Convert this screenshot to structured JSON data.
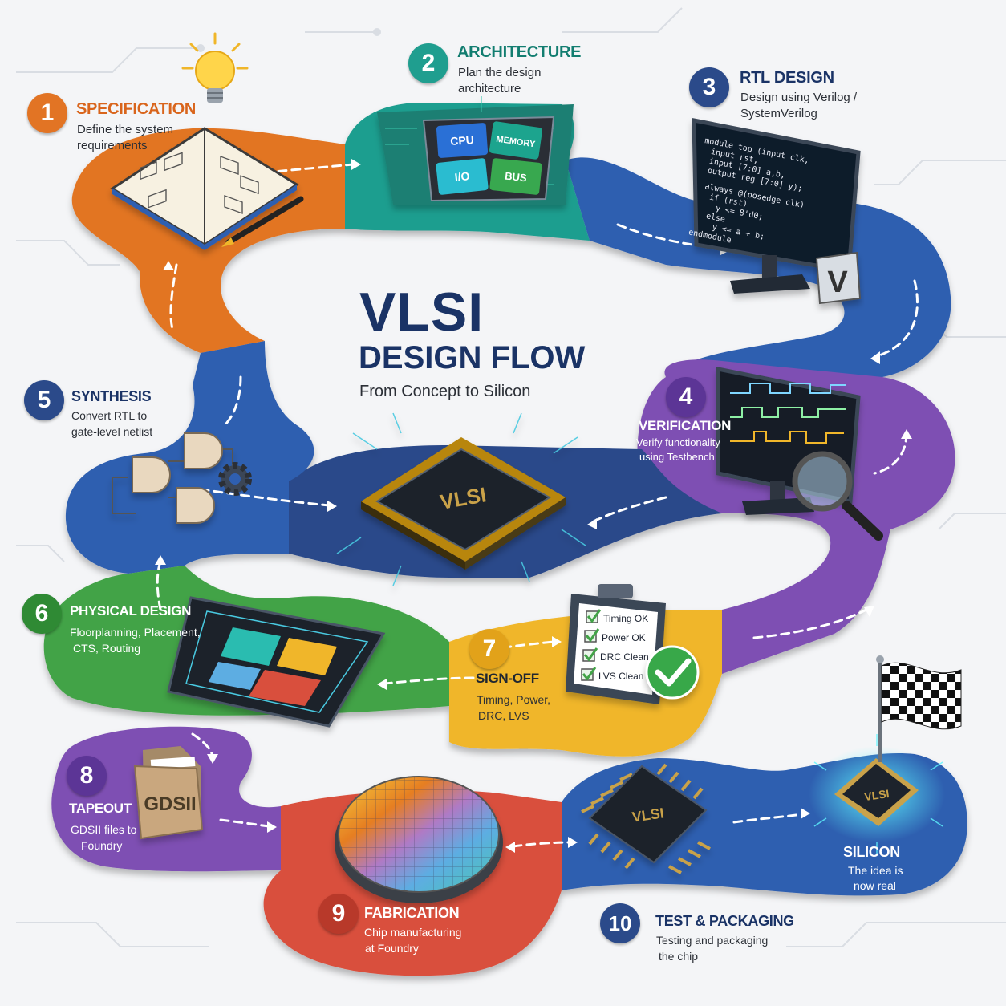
{
  "title": {
    "main": "VLSI",
    "sub": "DESIGN FLOW",
    "tagline": "From Concept to Silicon"
  },
  "colors": {
    "orange": "#e27424",
    "teal": "#1f9e8f",
    "blue": "#2f5fb0",
    "purple": "#7e4fb3",
    "green": "#43a346",
    "yellow": "#f0b62a",
    "red": "#d94f3c",
    "navy": "#1a3366"
  },
  "steps": [
    {
      "number": "1",
      "title": "SPECIFICATION",
      "desc": [
        "Define the system",
        "requirements"
      ],
      "icon": "open-book-icon"
    },
    {
      "number": "2",
      "title": "ARCHITECTURE",
      "desc": [
        "Plan the design",
        "architecture"
      ],
      "icon": "cpu-block-icon"
    },
    {
      "number": "3",
      "title": "RTL DESIGN",
      "desc": [
        "Design using Verilog /",
        "SystemVerilog"
      ],
      "icon": "code-monitor-icon"
    },
    {
      "number": "4",
      "title": "VERIFICATION",
      "desc": [
        "Verify functionality",
        "using Testbench"
      ],
      "icon": "waveform-monitor-icon"
    },
    {
      "number": "5",
      "title": "SYNTHESIS",
      "desc": [
        "Convert RTL to",
        "gate-level netlist"
      ],
      "icon": "logic-gates-icon"
    },
    {
      "number": "6",
      "title": "PHYSICAL DESIGN",
      "desc": [
        "Floorplanning, Placement,",
        "CTS, Routing"
      ],
      "icon": "layout-board-icon"
    },
    {
      "number": "7",
      "title": "SIGN-OFF",
      "desc": [
        "Timing, Power,",
        "DRC, LVS"
      ],
      "icon": "clipboard-checklist-icon"
    },
    {
      "number": "8",
      "title": "TAPEOUT",
      "desc": [
        "GDSII files to",
        "Foundry"
      ],
      "icon": "folder-icon"
    },
    {
      "number": "9",
      "title": "FABRICATION",
      "desc": [
        "Chip manufacturing",
        "at Foundry"
      ],
      "icon": "wafer-icon"
    },
    {
      "number": "10",
      "title": "TEST & PACKAGING",
      "desc": [
        "Testing and packaging",
        "the chip"
      ],
      "icon": "chip-package-icon"
    }
  ],
  "architecture_blocks": [
    "CPU",
    "MEMORY",
    "I/O",
    "BUS"
  ],
  "rtl_code": [
    "module top (input clk,",
    "  input rst,",
    "  input [7:0] a,b,",
    "  output reg [7:0] y);",
    "  always @(posedge clk)",
    "    if (rst)",
    "      y <= 8'd0;",
    "    else",
    "      y <= a + b;",
    "endmodule"
  ],
  "verilog_badge": "V",
  "center_chip_label": "VLSI",
  "signoff_checks": [
    "Timing OK",
    "Power OK",
    "DRC Clean",
    "LVS Clean"
  ],
  "folder_label": "GDSII",
  "test_chip_label": "VLSI",
  "silicon": {
    "chip_label": "VLSI",
    "title": "SILICON",
    "desc": [
      "The idea is",
      "now real"
    ]
  }
}
